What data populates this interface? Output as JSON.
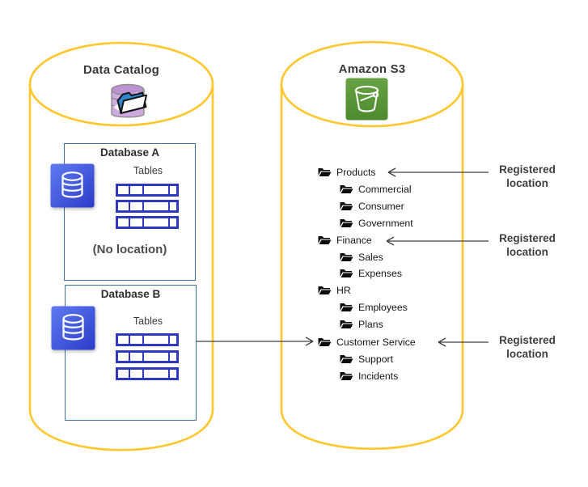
{
  "catalog": {
    "title": "Data Catalog",
    "databases": [
      {
        "name": "Database A",
        "tables_label": "Tables",
        "note": "(No location)"
      },
      {
        "name": "Database B",
        "tables_label": "Tables"
      }
    ]
  },
  "s3": {
    "title": "Amazon S3",
    "folders": [
      {
        "label": "Products",
        "level": 0,
        "registered": true
      },
      {
        "label": "Commercial",
        "level": 1
      },
      {
        "label": "Consumer",
        "level": 1
      },
      {
        "label": "Government",
        "level": 1
      },
      {
        "label": "Finance",
        "level": 0,
        "registered": true
      },
      {
        "label": "Sales",
        "level": 1
      },
      {
        "label": "Expenses",
        "level": 1
      },
      {
        "label": "HR",
        "level": 0
      },
      {
        "label": "Employees",
        "level": 1
      },
      {
        "label": "Plans",
        "level": 1
      },
      {
        "label": "Customer Service",
        "level": 0,
        "registered": true
      },
      {
        "label": "Support",
        "level": 1
      },
      {
        "label": "Incidents",
        "level": 1
      }
    ]
  },
  "annotations": {
    "registered": [
      "Registered location",
      "Registered location",
      "Registered location"
    ]
  },
  "icons": {
    "catalog": "database-with-folder-icon",
    "s3": "s3-bucket-icon",
    "database": "database-icon",
    "folder": "open-folder-icon"
  },
  "colors": {
    "cylinder_stroke": "#FFC72C",
    "box_border": "#41719C",
    "table_blue": "#3138C0",
    "db_icon_blue_start": "#5F7BF1",
    "db_icon_blue_end": "#2B3BC9",
    "s3_green_start": "#66A344",
    "s3_green_end": "#4C8A2D",
    "catalog_purple": "#CDA9DF",
    "folder_black": "#0d0d0d",
    "arrow": "#404040",
    "text": "#3a3a3a"
  }
}
